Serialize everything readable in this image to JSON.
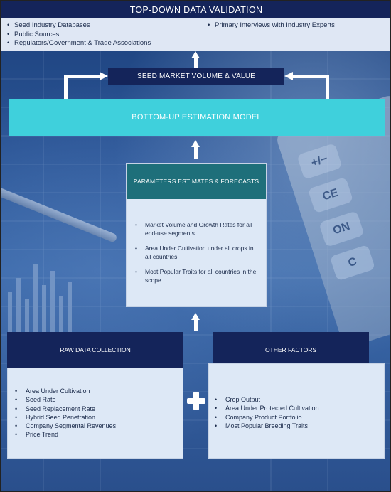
{
  "header": {
    "title": "TOP-DOWN DATA VALIDATION"
  },
  "sources": {
    "left": [
      "Seed Industry Databases",
      "Public Sources",
      "Regulators/Government & Trade Associations"
    ],
    "right": [
      "Primary Interviews with Industry Experts"
    ]
  },
  "seed_market": {
    "label": "SEED MARKET VOLUME & VALUE"
  },
  "bottom_up": {
    "label": "BOTTOM-UP ESTIMATION MODEL"
  },
  "parameters": {
    "title": "PARAMETERS ESTIMATES & FORECASTS",
    "items": [
      "Market Volume and Growth Rates for all end-use segments.",
      "Area Under Cultivation under all crops in all countries",
      "Most Popular Traits for all countries in the scope."
    ]
  },
  "raw_data": {
    "title": "RAW DATA COLLECTION",
    "items": [
      "Area Under Cultivation",
      "Seed Rate",
      "Seed Replacement Rate",
      "Hybrid Seed Penetration",
      "Company Segmental Revenues",
      "Price Trend"
    ]
  },
  "other_factors": {
    "title": "OTHER FACTORS",
    "items": [
      "Crop Output",
      "Area Under Protected Cultivation",
      "Company Product Portfolio",
      "Most Popular Breeding Traits"
    ]
  },
  "background_keys": [
    "+/−",
    "CE",
    "ON",
    "C"
  ],
  "colors": {
    "navy": "#14245a",
    "cyan": "#3fd0dc",
    "teal": "#1e6f7a",
    "panel": "#dde8f6"
  }
}
